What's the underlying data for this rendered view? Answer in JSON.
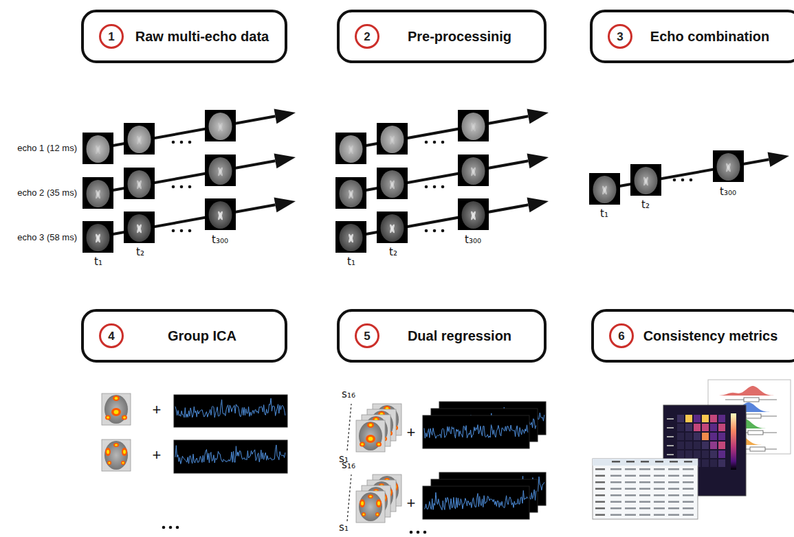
{
  "diagram": {
    "nodes": [
      {
        "text": [
          "Raw multi-echo data"
        ]
      },
      {
        "text": [
          "1"
        ],
        "in": 0
      },
      {
        "text": [
          "Pre-processinig"
        ]
      },
      {
        "text": [
          "2"
        ],
        "in": 2
      },
      {
        "text": [
          "Echo combination"
        ]
      },
      {
        "text": [
          "3"
        ],
        "in": 4
      },
      {
        "text": [
          "Group ICA"
        ]
      },
      {
        "text": [
          "4"
        ],
        "in": 6
      },
      {
        "text": [
          "Dual regression"
        ]
      },
      {
        "text": [
          "5"
        ],
        "in": 8
      },
      {
        "text": [
          "Consistency metrics"
        ]
      },
      {
        "text": [
          "6"
        ],
        "in": 10
      }
    ],
    "labels": [
      "echo 1 (12 ms)",
      "echo 2 (35 ms)",
      "echo 3 (58 ms)",
      "t₁",
      "t₂",
      "t₃₀₀",
      "t₁",
      "t₂",
      "t₃₀₀",
      "t₁",
      "t₂",
      "t₃₀₀",
      "+",
      "+",
      "s₁₆",
      "s₁",
      "+",
      "s₁₆",
      "s₁",
      "+"
    ]
  }
}
